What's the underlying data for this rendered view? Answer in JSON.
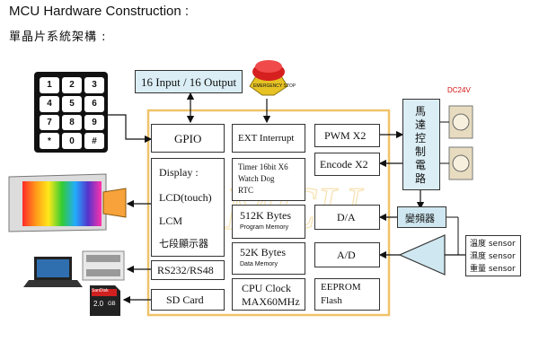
{
  "header": {
    "title": "MCU Hardware Construction :",
    "subtitle": "單晶片系統架構 :"
  },
  "io": {
    "label": "16 Input / 16 Output"
  },
  "keypad": {
    "keys": [
      "1",
      "2",
      "3",
      "4",
      "5",
      "6",
      "7",
      "8",
      "9",
      "*",
      "0",
      "#"
    ]
  },
  "estop": {
    "text": "EMERGENCY STOP"
  },
  "blocks": {
    "gpio": "GPIO",
    "ext": "EXT Interrupt",
    "pwm": "PWM X2",
    "encode": "Encode X2",
    "display": {
      "title": "Display :",
      "lcd": "LCD(touch)",
      "lcm": "LCM",
      "seg": "七段顯示器"
    },
    "timer": {
      "line1": "Timer 16bit X6",
      "line2": "Watch Dog",
      "line3": "RTC"
    },
    "prog": {
      "size": "512K Bytes",
      "name": "Program Memory"
    },
    "data": {
      "size": "52K Bytes",
      "name": "Data Memory"
    },
    "cpu": {
      "line1": "CPU Clock",
      "line2": "MAX60MHz"
    },
    "da": "D/A",
    "ad": "A/D",
    "eeprom": {
      "line1": "EEPROM",
      "line2": "Flash"
    },
    "rs": "RS232/RS48",
    "sd": "SD Card"
  },
  "watermark": "MCU",
  "motor": {
    "label": "馬達控制電路",
    "voltage": "DC24V"
  },
  "inverter": "變頻器",
  "sensors": [
    "溫度 sensor",
    "濕度 sensor",
    "重量 sensor"
  ],
  "sdcard": {
    "brand": "SanDisk",
    "capacity": "2.0",
    "unit": "GB"
  },
  "colors": {
    "mcu_frame": "#f0c36a",
    "accent_box": "#dbeef5",
    "inverter_box": "#cfe7f0"
  }
}
